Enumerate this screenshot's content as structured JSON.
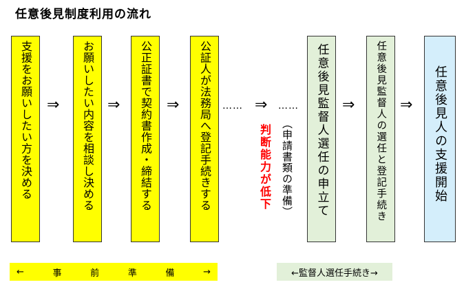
{
  "title": "任意後見制度利用の流れ",
  "steps": [
    {
      "text": "支援をお願いしたい方を決める"
    },
    {
      "text": "お願いしたい内容を相談し決める"
    },
    {
      "text": "公正証書で契約書作成・締結する"
    },
    {
      "text": "公証人が法務局へ登記手続きする"
    },
    {
      "text": "任意後見監督人選任の申立て"
    },
    {
      "text": "任意後見監督人の選任と登記手続き"
    },
    {
      "text": "任意後見人の支援開始"
    }
  ],
  "arrow": "⇒",
  "dots": "……",
  "note_red": "判断能力が低下",
  "note_paren": "（申請書類の準備）",
  "band_prep": {
    "left": "←",
    "words": [
      "事",
      "前",
      "準",
      "備"
    ],
    "right": "→"
  },
  "band_supervise": "←監督人選任手続き→",
  "colors": {
    "prep": "#ffff00",
    "supervise": "#e2f0d9",
    "support": "#d4eefb",
    "warning": "#ff0000"
  }
}
